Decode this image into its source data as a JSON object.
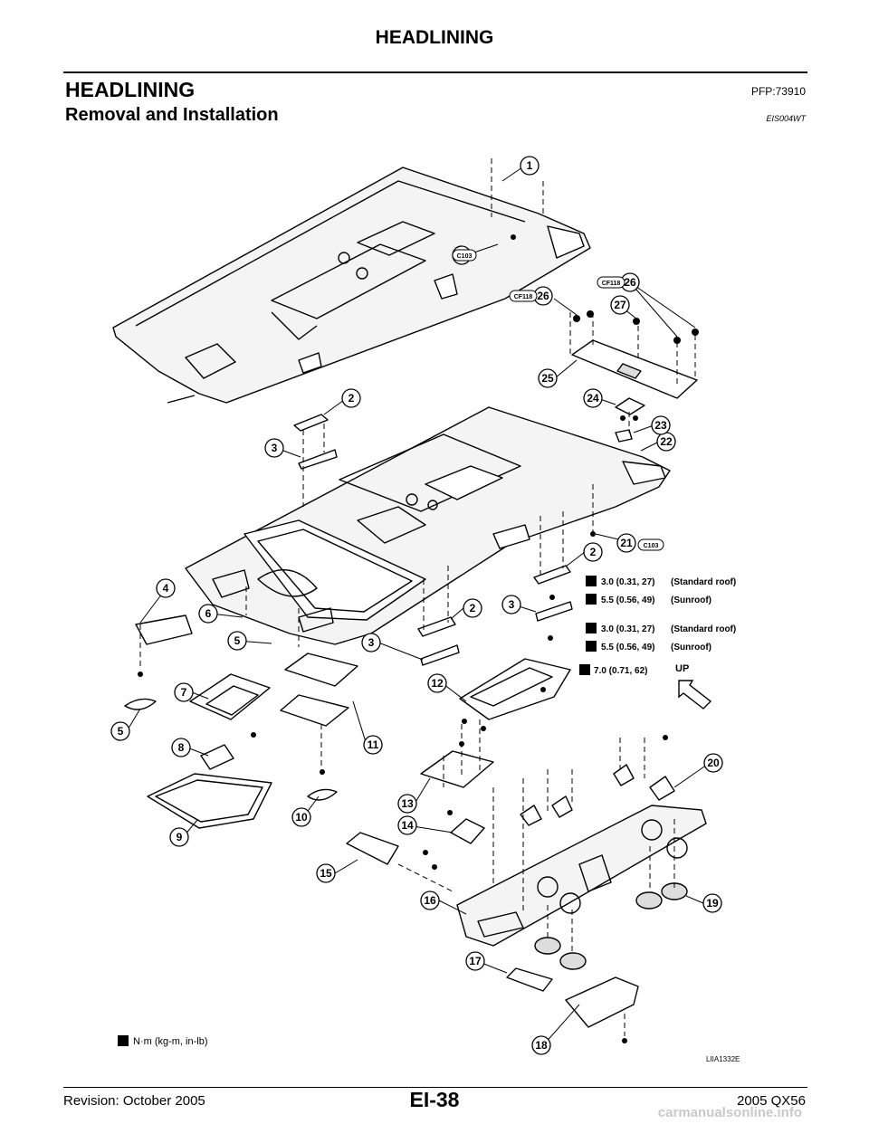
{
  "header": {
    "title": "HEADLINING"
  },
  "section": {
    "title": "HEADLINING",
    "code": "PFP:73910"
  },
  "subsection": {
    "title": "Removal and Installation",
    "code": "EIS004WT"
  },
  "callouts": [
    "1",
    "2",
    "2",
    "2",
    "3",
    "3",
    "3",
    "4",
    "5",
    "5",
    "6",
    "7",
    "8",
    "9",
    "10",
    "11",
    "12",
    "13",
    "14",
    "15",
    "16",
    "17",
    "18",
    "19",
    "20",
    "21",
    "21",
    "22",
    "23",
    "24",
    "25",
    "26",
    "26",
    "27"
  ],
  "connectors": {
    "c103": "C103",
    "cf118": "CF118"
  },
  "torque": {
    "std1": "3.0 (0.31, 27)",
    "std1_note": "(Standard roof)",
    "sun1": "5.5 (0.56, 49)",
    "sun1_note": "(Sunroof)",
    "std2": "3.0 (0.31, 27)",
    "std2_note": "(Standard roof)",
    "sun2": "5.5 (0.56, 49)",
    "sun2_note": "(Sunroof)",
    "t3": "7.0 (0.71, 62)",
    "legend": "N·m (kg-m, in-lb)"
  },
  "up_label": "UP",
  "figure_id": "LIIA1332E",
  "footer": {
    "page": "EI-38",
    "revision": "Revision: October 2005",
    "model": "2005 QX56"
  },
  "watermark": "carmanualsonline.info"
}
